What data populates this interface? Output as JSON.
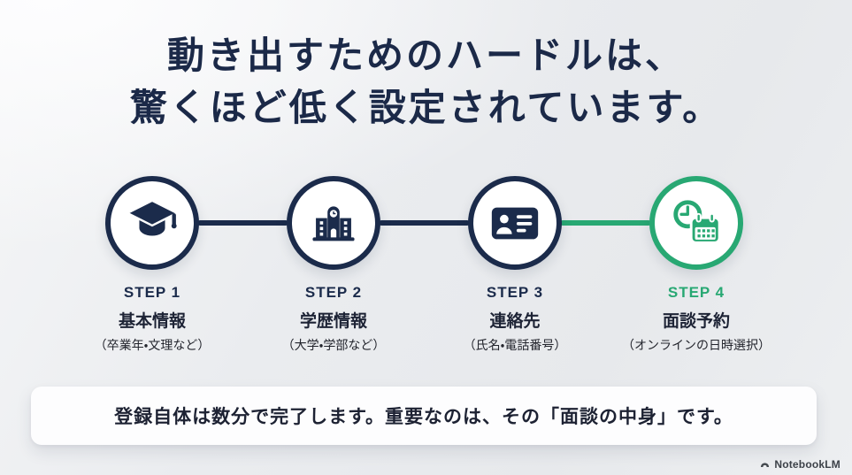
{
  "slide": {
    "title": {
      "line1": "動き出すためのハードルは、",
      "line2": "驚くほど低く設定されています。"
    },
    "steps": [
      {
        "label": "STEP 1",
        "title": "基本情報",
        "subtitle": "（卒業年・文理など）",
        "icon": "graduation-cap-icon"
      },
      {
        "label": "STEP 2",
        "title": "学歴情報",
        "subtitle": "（大学・学部など）",
        "icon": "school-building-icon"
      },
      {
        "label": "STEP 3",
        "title": "連絡先",
        "subtitle": "（氏名・電話番号）",
        "icon": "id-card-icon"
      },
      {
        "label": "STEP 4",
        "title": "面談予約",
        "subtitle": "（オンラインの日時選択）",
        "icon": "clock-calendar-icon"
      }
    ],
    "note": "登録自体は数分で完了します。重要なのは、その「面談の中身」です。",
    "brand": "NotebookLM",
    "colors": {
      "navy": "#1b2b4b",
      "green": "#28a873",
      "title_text": "#1b2948",
      "card_background": "#fdfdfe",
      "background_gray": "#e8eaed",
      "brand_text": "#3c4148"
    }
  }
}
